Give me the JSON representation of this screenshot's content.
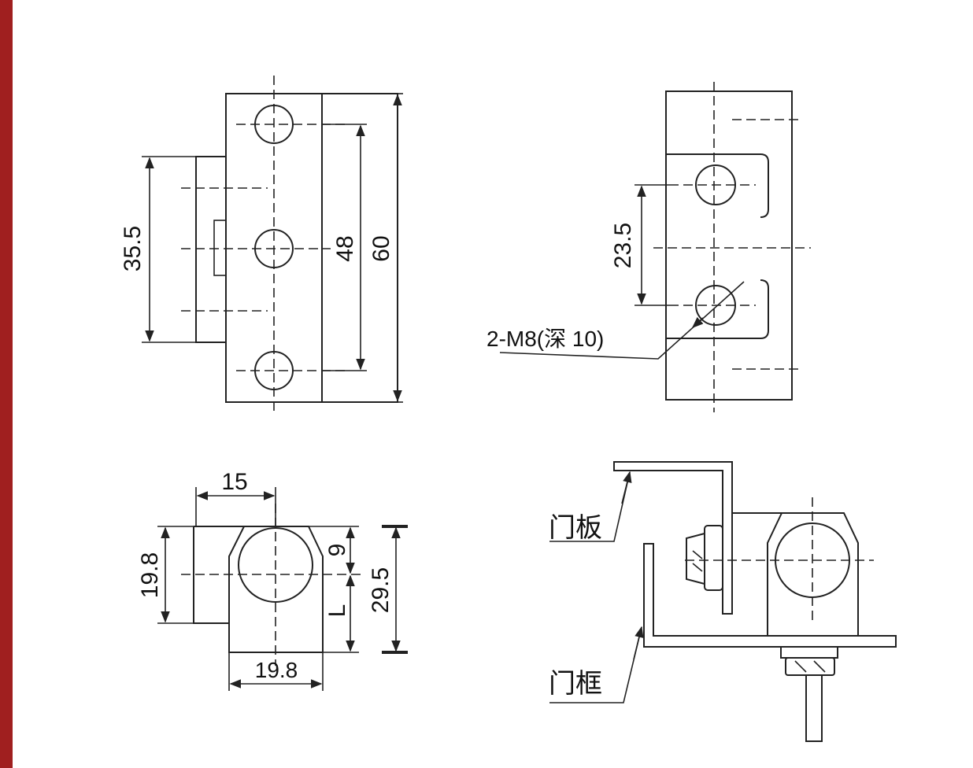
{
  "colors": {
    "accent_bar": "#a01f1f",
    "ink": "#222222",
    "background": "#ffffff"
  },
  "front_view": {
    "dim_height_left": "35.5",
    "dim_hole_pitch": "48",
    "dim_total_height": "60"
  },
  "side_view": {
    "dim_hole_pitch": "23.5",
    "thread_callout": "2-M8(深 10)"
  },
  "top_view": {
    "dim_width_top": "15",
    "dim_height_left": "19.8",
    "dim_upper": "9",
    "dim_lower": "L",
    "dim_height_right": "29.5",
    "dim_width_bottom": "19.8"
  },
  "install_view": {
    "door_panel_label": "门板",
    "door_frame_label": "门框"
  }
}
